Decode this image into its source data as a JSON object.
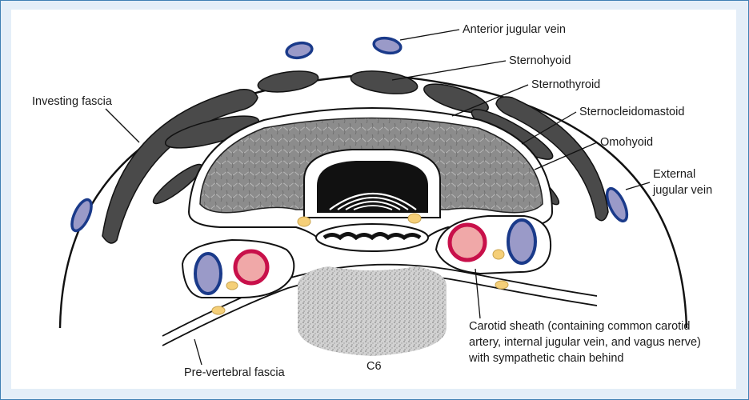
{
  "diagram": {
    "colors": {
      "muscle": "#4a4a4a",
      "thyroid": "#8a8a8a",
      "vein_fill": "#9a9ac8",
      "vein_stroke": "#1a3a8a",
      "artery_fill": "#f0a8a8",
      "artery_stroke": "#c8104a",
      "nerve": "#f5cf78",
      "vertebra": "#cfcfcf",
      "frame_border": "#3f7fb4",
      "frame_bg": "#e4eef8"
    },
    "labels": {
      "anterior_jugular_vein": "Anterior jugular vein",
      "sternohyoid": "Sternohyoid",
      "sternothyroid": "Sternothyroid",
      "sternocleidomastoid": "Sternocleidomastoid",
      "omohyoid": "Omohyoid",
      "external_jugular_line1": "External",
      "external_jugular_line2": "jugular vein",
      "investing_fascia": "Investing fascia",
      "carotid_line1": "Carotid sheath (containing common carotid",
      "carotid_line2": "artery, internal jugular vein, and vagus nerve)",
      "carotid_line3": "with sympathetic chain behind",
      "pre_vertebral_fascia": "Pre-vertebral fascia",
      "c6": "C6"
    }
  }
}
